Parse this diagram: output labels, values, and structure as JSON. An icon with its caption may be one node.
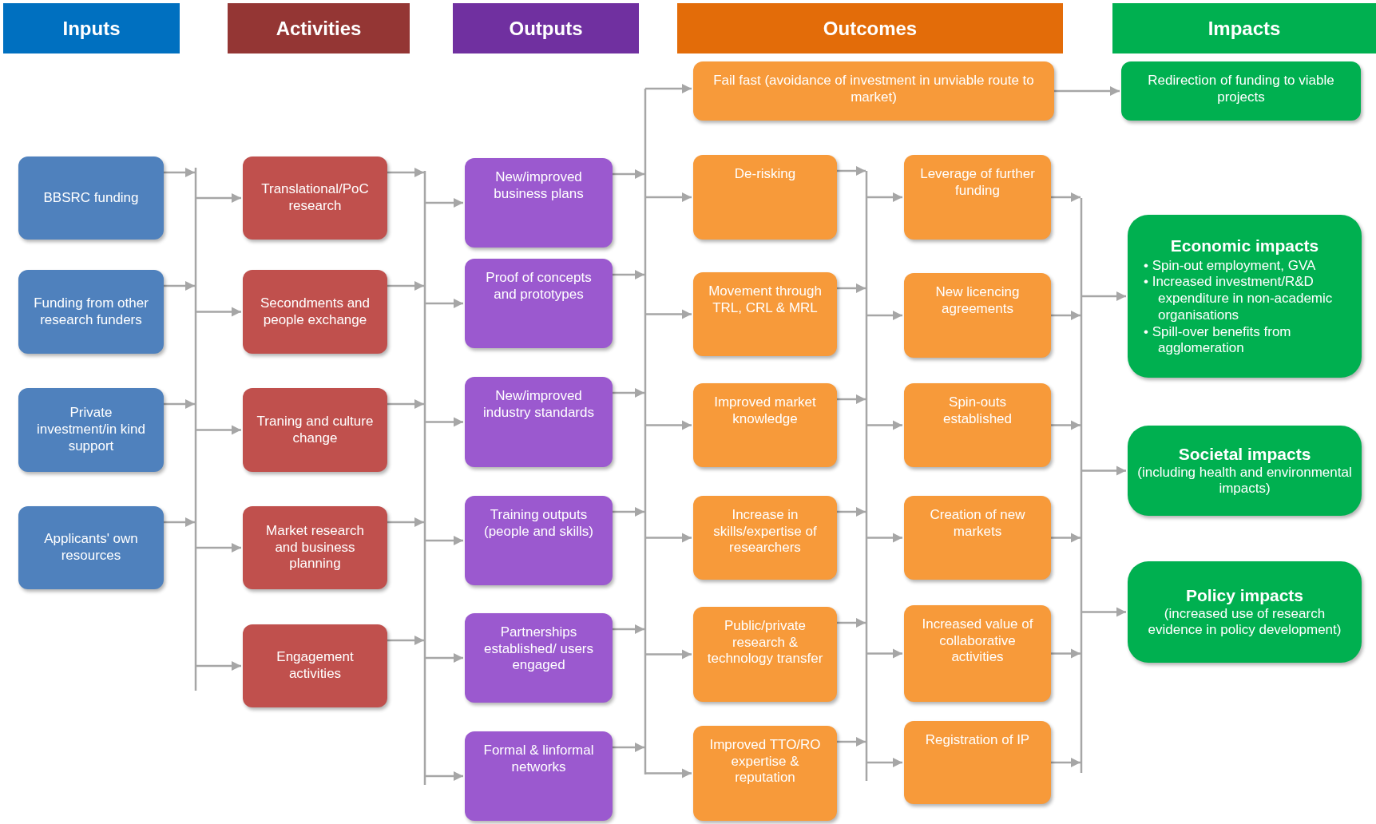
{
  "diagram": {
    "nodes": [
      {
        "text": [
          "Inputs"
        ]
      },
      {
        "text": [
          "Activities"
        ]
      },
      {
        "text": [
          "Outputs"
        ]
      },
      {
        "text": [
          "Outcomes"
        ]
      },
      {
        "text": [
          "Impacts"
        ]
      },
      {
        "text": [
          "BBSRC funding"
        ]
      },
      {
        "text": [
          "Funding from other research funders"
        ]
      },
      {
        "text": [
          "Private investment/in kind support"
        ]
      },
      {
        "text": [
          "Applicants' own resources"
        ]
      },
      {
        "text": [
          "Translational/PoC research"
        ]
      },
      {
        "text": [
          "Secondments and people exchange"
        ]
      },
      {
        "text": [
          "Traning and culture change"
        ]
      },
      {
        "text": [
          "Market research and business planning"
        ]
      },
      {
        "text": [
          "Engagement activities"
        ]
      },
      {
        "text": [
          "New/improved business plans"
        ]
      },
      {
        "text": [
          "Proof of concepts and prototypes"
        ]
      },
      {
        "text": [
          "New/improved industry standards"
        ]
      },
      {
        "text": [
          "Training outputs (people and skills)"
        ]
      },
      {
        "text": [
          "Partnerships established/ users engaged"
        ]
      },
      {
        "text": [
          "Formal & linformal networks"
        ]
      },
      {
        "text": [
          "Fail fast (avoidance of investment in unviable route to market)"
        ]
      },
      {
        "text": [
          "De-risking"
        ]
      },
      {
        "text": [
          "Movement through TRL, CRL & MRL"
        ]
      },
      {
        "text": [
          "Improved market knowledge"
        ]
      },
      {
        "text": [
          "Increase in skills/expertise of researchers"
        ]
      },
      {
        "text": [
          "Public/private research & technology transfer"
        ]
      },
      {
        "text": [
          "Improved TTO/RO expertise & reputation"
        ]
      },
      {
        "text": [
          "Leverage of further funding"
        ]
      },
      {
        "text": [
          "New licencing agreements"
        ]
      },
      {
        "text": [
          "Spin-outs established"
        ]
      },
      {
        "text": [
          "Creation of new markets"
        ]
      },
      {
        "text": [
          "Increased value of collaborative activities"
        ]
      },
      {
        "text": [
          "Registration of IP"
        ]
      },
      {
        "text": [
          "Redirection of funding to viable projects"
        ]
      },
      {
        "text": [
          "Economic impacts",
          "• Spin-out employment, GVA",
          "• Increased investment/R&D expenditure in non-academic organisations",
          "• Spill-over benefits from agglomeration"
        ]
      },
      {
        "text": [
          "Societal impacts",
          "(including health and environmental impacts)"
        ]
      },
      {
        "text": [
          "Policy impacts",
          "(increased use of research evidence in policy development)"
        ]
      }
    ],
    "edges": [
      {
        "from": 5,
        "to": null,
        "arrow": "to"
      },
      {
        "from": 6,
        "to": null,
        "arrow": "to"
      },
      {
        "from": 7,
        "to": null,
        "arrow": "to"
      },
      {
        "from": 8,
        "to": null,
        "arrow": "to"
      },
      {
        "from": null,
        "to": 9,
        "arrow": "to"
      },
      {
        "from": null,
        "to": 10,
        "arrow": "to"
      },
      {
        "from": null,
        "to": 11,
        "arrow": "to"
      },
      {
        "from": null,
        "to": 12,
        "arrow": "to"
      },
      {
        "from": null,
        "to": 13,
        "arrow": "to"
      },
      {
        "from": 9,
        "to": null,
        "arrow": "to"
      },
      {
        "from": 10,
        "to": null,
        "arrow": "to"
      },
      {
        "from": 11,
        "to": null,
        "arrow": "to"
      },
      {
        "from": 12,
        "to": null,
        "arrow": "to"
      },
      {
        "from": 13,
        "to": null,
        "arrow": "to"
      },
      {
        "from": null,
        "to": 14,
        "arrow": "to"
      },
      {
        "from": null,
        "to": 15,
        "arrow": "to"
      },
      {
        "from": null,
        "to": 16,
        "arrow": "to"
      },
      {
        "from": null,
        "to": 17,
        "arrow": "to"
      },
      {
        "from": null,
        "to": 18,
        "arrow": "to"
      },
      {
        "from": null,
        "to": 19,
        "arrow": "to"
      },
      {
        "from": 14,
        "to": null,
        "arrow": "to"
      },
      {
        "from": 15,
        "to": null,
        "arrow": "to"
      },
      {
        "from": 16,
        "to": null,
        "arrow": "to"
      },
      {
        "from": 17,
        "to": null,
        "arrow": "to"
      },
      {
        "from": 18,
        "to": null,
        "arrow": "to"
      },
      {
        "from": 19,
        "to": null,
        "arrow": "to"
      },
      {
        "from": null,
        "to": 20,
        "arrow": "to"
      },
      {
        "from": null,
        "to": 21,
        "arrow": "to"
      },
      {
        "from": null,
        "to": 22,
        "arrow": "to"
      },
      {
        "from": null,
        "to": 23,
        "arrow": "to"
      },
      {
        "from": null,
        "to": 24,
        "arrow": "to"
      },
      {
        "from": null,
        "to": 25,
        "arrow": "to"
      },
      {
        "from": null,
        "to": 26,
        "arrow": "to"
      },
      {
        "from": 20,
        "to": 33,
        "arrow": "to"
      },
      {
        "from": 21,
        "to": null,
        "arrow": "to"
      },
      {
        "from": 22,
        "to": null,
        "arrow": "to"
      },
      {
        "from": 23,
        "to": null,
        "arrow": "to"
      },
      {
        "from": 24,
        "to": null,
        "arrow": "to"
      },
      {
        "from": 25,
        "to": null,
        "arrow": "to"
      },
      {
        "from": 26,
        "to": null,
        "arrow": "to"
      },
      {
        "from": null,
        "to": 27,
        "arrow": "to"
      },
      {
        "from": null,
        "to": 28,
        "arrow": "to"
      },
      {
        "from": null,
        "to": 29,
        "arrow": "to"
      },
      {
        "from": null,
        "to": 30,
        "arrow": "to"
      },
      {
        "from": null,
        "to": 31,
        "arrow": "to"
      },
      {
        "from": null,
        "to": 32,
        "arrow": "to"
      },
      {
        "from": 27,
        "to": null,
        "arrow": "to"
      },
      {
        "from": 28,
        "to": null,
        "arrow": "to"
      },
      {
        "from": 29,
        "to": null,
        "arrow": "to"
      },
      {
        "from": 30,
        "to": null,
        "arrow": "to"
      },
      {
        "from": 31,
        "to": null,
        "arrow": "to"
      },
      {
        "from": 32,
        "to": null,
        "arrow": "to"
      },
      {
        "from": null,
        "to": 34,
        "arrow": "to"
      },
      {
        "from": null,
        "to": 35,
        "arrow": "to"
      },
      {
        "from": null,
        "to": 36,
        "arrow": "to"
      }
    ]
  }
}
